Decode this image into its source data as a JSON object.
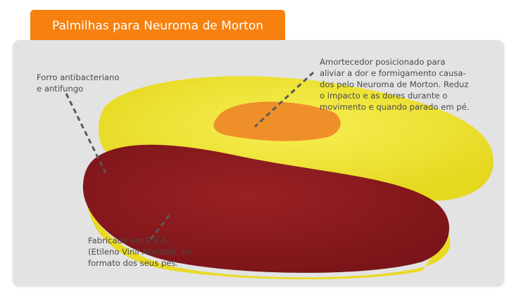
{
  "header": {
    "title": "Palmilhas para Neuroma de Morton"
  },
  "annotations": {
    "lining": [
      "Forro  antibacteriano",
      "e antifungo"
    ],
    "cushion": [
      "Amortecedor posicionado para",
      "aliviar a dor e formigamento causa-",
      "dos pelo Neuroma de Morton. Reduz",
      "o impacto e as dores durante o",
      "movimento e quando parado em pé."
    ],
    "material": [
      "Fabricada em E.V.A.",
      "(Etileno Vinil Acetato), no",
      "formato dos seus pés."
    ]
  },
  "colors": {
    "accent": "#f6810f",
    "yellow": "#f2e83a",
    "red": "#8e1b1f",
    "pad": "#ef8f2a"
  }
}
